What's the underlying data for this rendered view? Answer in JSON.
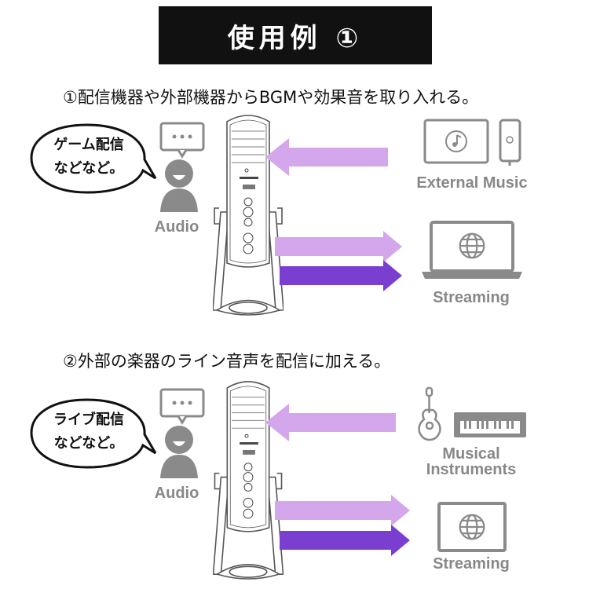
{
  "title": "使用例 ①",
  "colors": {
    "arrow_light": "#d4a6ec",
    "arrow_dark": "#7a3fd0",
    "icon_grey": "#8a8a8a",
    "title_bg": "#111111"
  },
  "sections": [
    {
      "caption": "①配信機器や外部機器からBGMや効果音を取り入れる。",
      "bubble_lines": [
        "ゲーム配信",
        "などなど。"
      ],
      "audio_label": "Audio",
      "source_label": "External Music",
      "source_icons": [
        "monitor-music-icon",
        "phone-music-icon"
      ],
      "output_label": "Streaming",
      "output_icon": "laptop-globe-icon"
    },
    {
      "caption": "②外部の楽器のライン音声を配信に加える。",
      "bubble_lines": [
        "ライブ配信",
        "などなど。"
      ],
      "audio_label": "Audio",
      "source_label_lines": [
        "Musical",
        "Instruments"
      ],
      "source_icons": [
        "guitar-icon",
        "keyboard-icon"
      ],
      "output_label": "Streaming",
      "output_icon": "monitor-globe-icon"
    }
  ]
}
